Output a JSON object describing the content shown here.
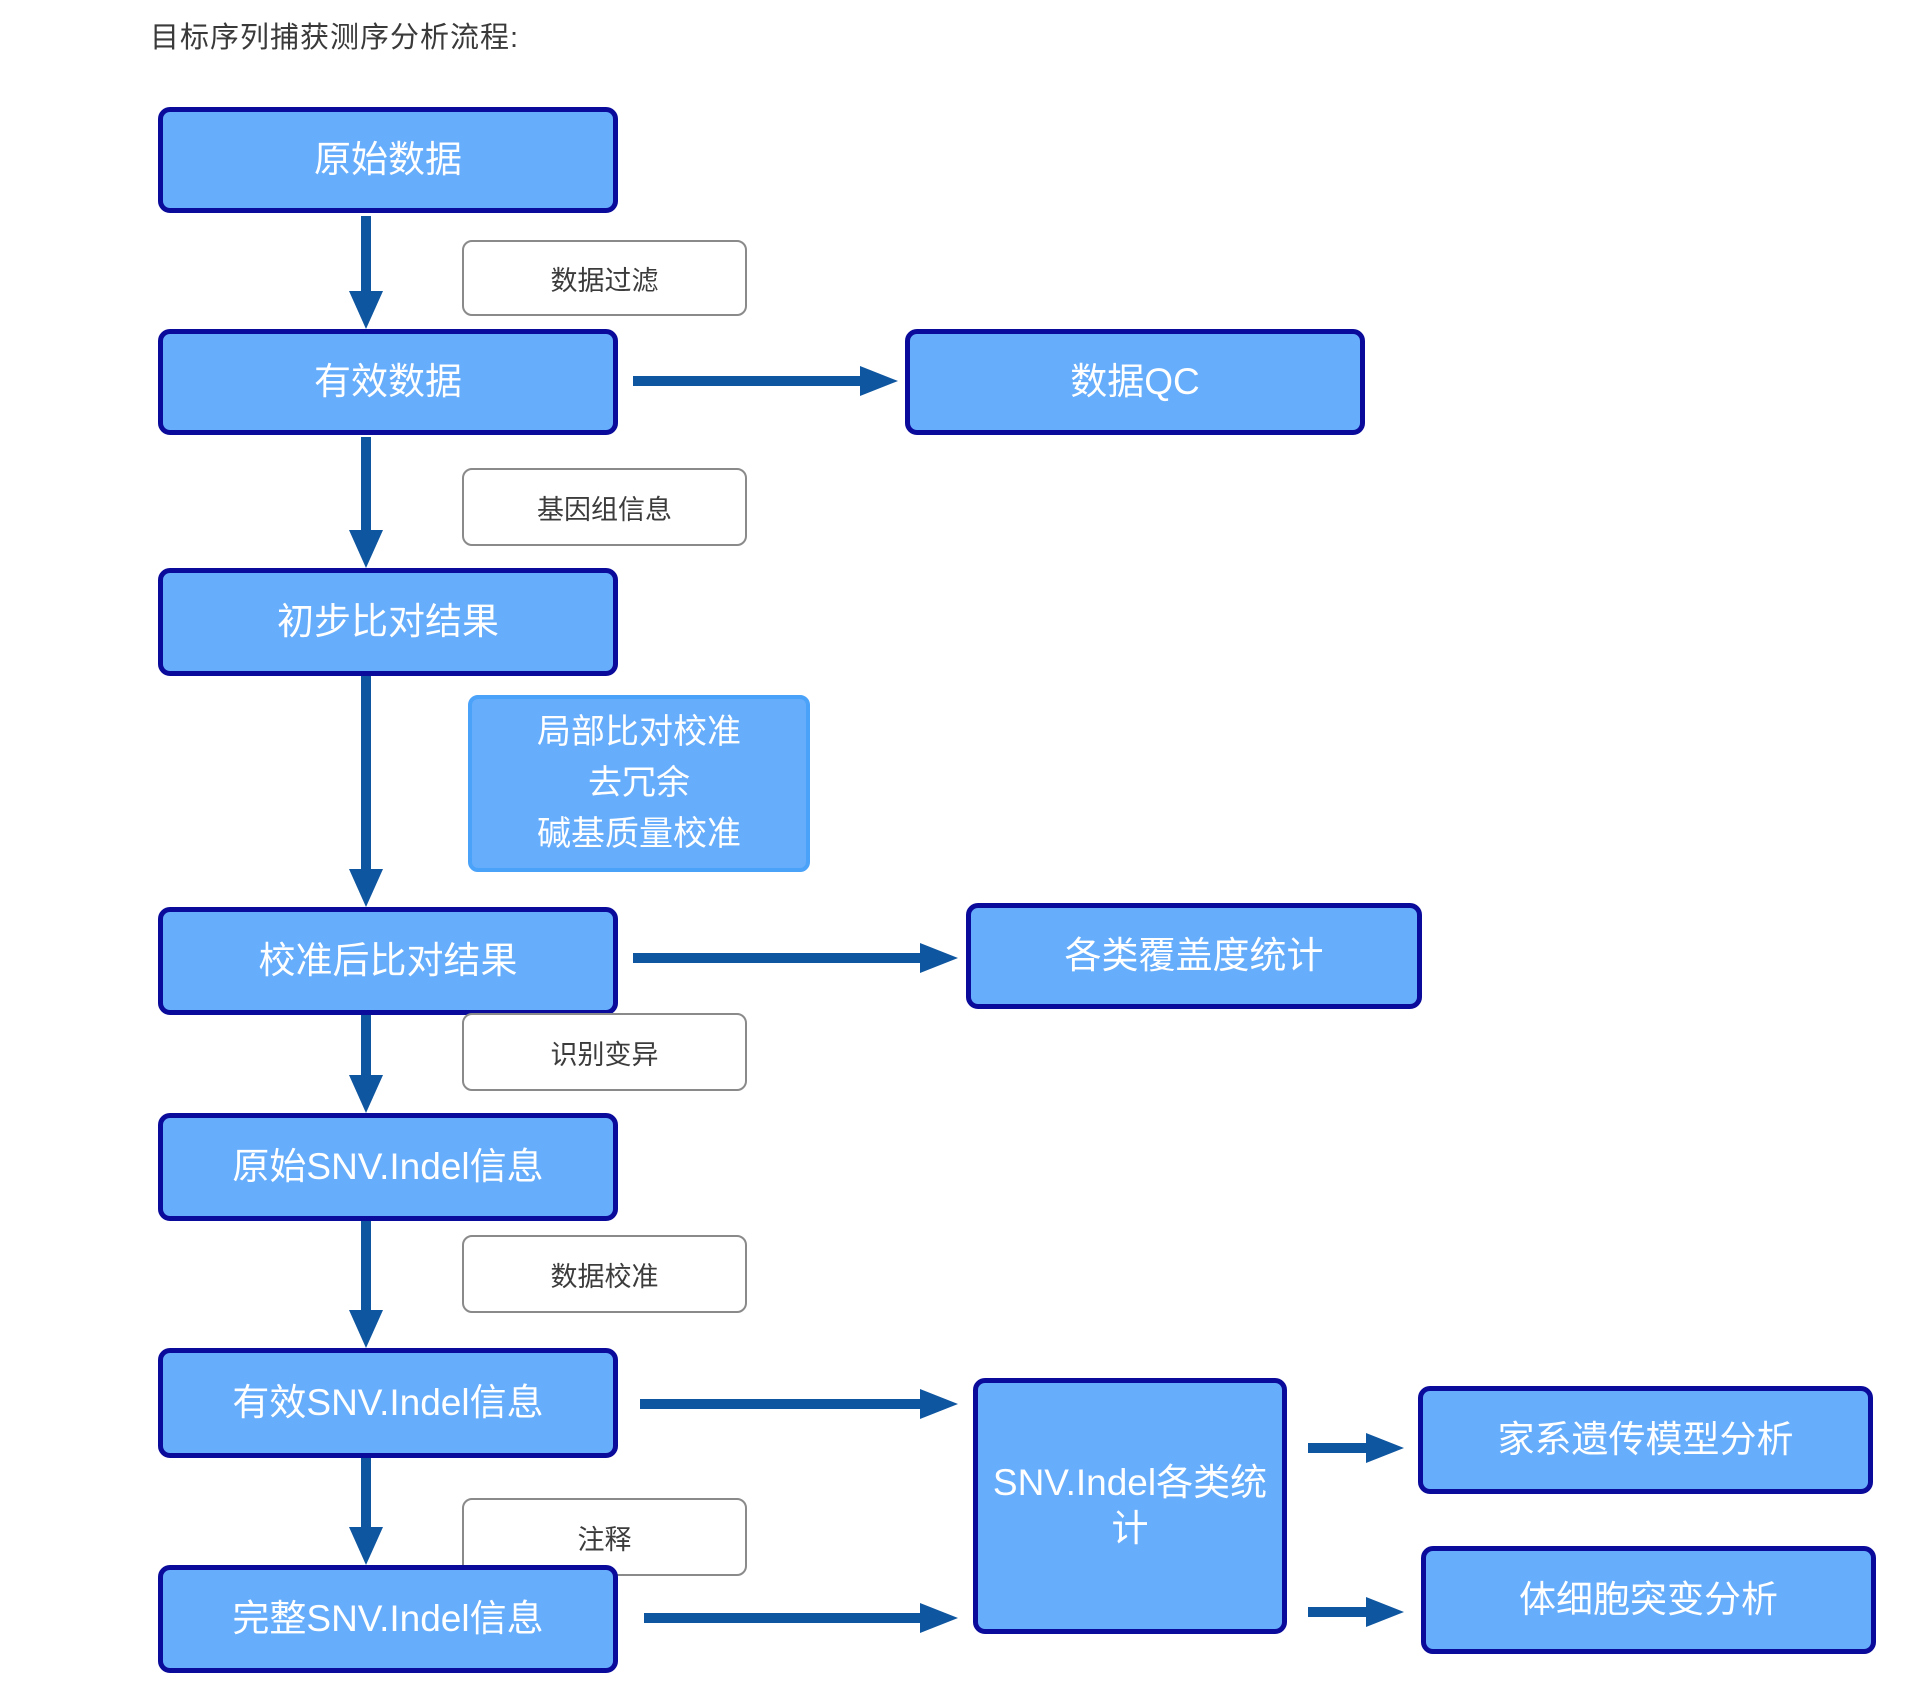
{
  "title": "目标序列捕获测序分析流程:",
  "nodes": {
    "raw_data": "原始数据",
    "valid_data": "有效数据",
    "data_qc": "数据QC",
    "prelim_alignment": "初步比对结果",
    "calibrated_alignment": "校准后比对结果",
    "coverage_stats": "各类覆盖度统计",
    "raw_snv_indel": "原始SNV.Indel信息",
    "valid_snv_indel": "有效SNV.Indel信息",
    "complete_snv_indel": "完整SNV.Indel信息",
    "snv_indel_stats": "SNV.Indel各类统计",
    "pedigree_model_analysis": "家系遗传模型分析",
    "somatic_mutation_analysis": "体细胞突变分析"
  },
  "process_labels": {
    "data_filter": "数据过滤",
    "genome_info": "基因组信息",
    "realign_lines": [
      "局部比对校准",
      "去冗余",
      "碱基质量校准"
    ],
    "variant_calling": "识别变异",
    "data_calibration": "数据校准",
    "annotation": "注释"
  },
  "colors": {
    "node_fill": "#66adfb",
    "node_border": "#0a0a9b",
    "blue_label_border": "#4aa2f9",
    "process_label_border": "#8a8a8a",
    "arrow": "#0f56a0",
    "node_text": "#ffffff",
    "label_text": "#3c3c3c",
    "title_text": "#3a3a3a"
  }
}
